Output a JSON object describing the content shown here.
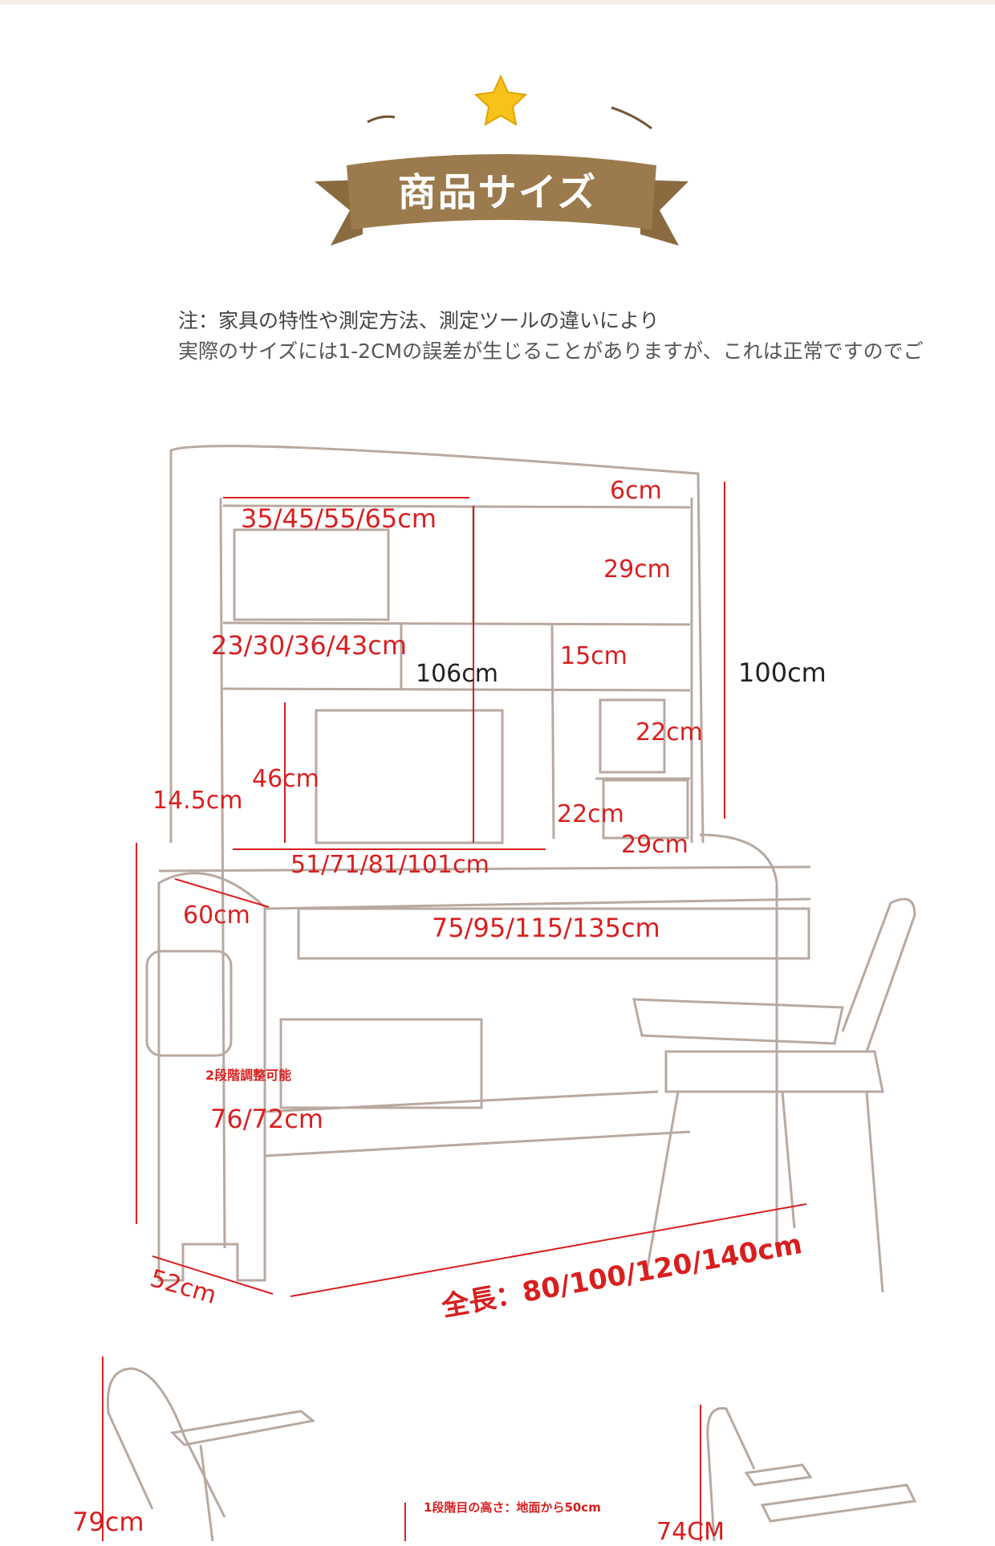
{
  "heading": {
    "title": "商品サイズ"
  },
  "note": {
    "line1": "注：家具の特性や測定方法、測定ツールの違いにより",
    "line2": "実際のサイズには1-2CMの誤差が生じることがありますが、これは正常ですのでご"
  },
  "dimensions": {
    "top_shelf_width": "35/45/55/65cm",
    "top_gap": "6cm",
    "upper_shelf_height": "29cm",
    "middle_shelf_width": "23/30/36/43cm",
    "small_shelf_height": "15cm",
    "hutch_height": "106cm",
    "right_height": "100cm",
    "side_cubby_height": "22cm",
    "open_height": "46cm",
    "side_thickness": "14.5cm",
    "lower_cubby_height": "22cm",
    "lower_cubby_width": "29cm",
    "inner_width": "51/71/81/101cm",
    "desk_depth": "60cm",
    "desk_width": "75/95/115/135cm",
    "adjust_note": "2段階調整可能",
    "desk_height": "76/72cm",
    "base_depth": "52cm",
    "total_length": "全長：80/100/120/140cm",
    "chair_height": "79cm",
    "chair_note": "1段階目の高さ：地面から50cm",
    "chair_height_low": "74CM"
  },
  "colors": {
    "ribbon": "#9b7a4d",
    "ribbon_dark": "#6f5431",
    "dimension": "#d81f1f",
    "star": "#f7c21a",
    "sketch": "#b8a9a0"
  }
}
